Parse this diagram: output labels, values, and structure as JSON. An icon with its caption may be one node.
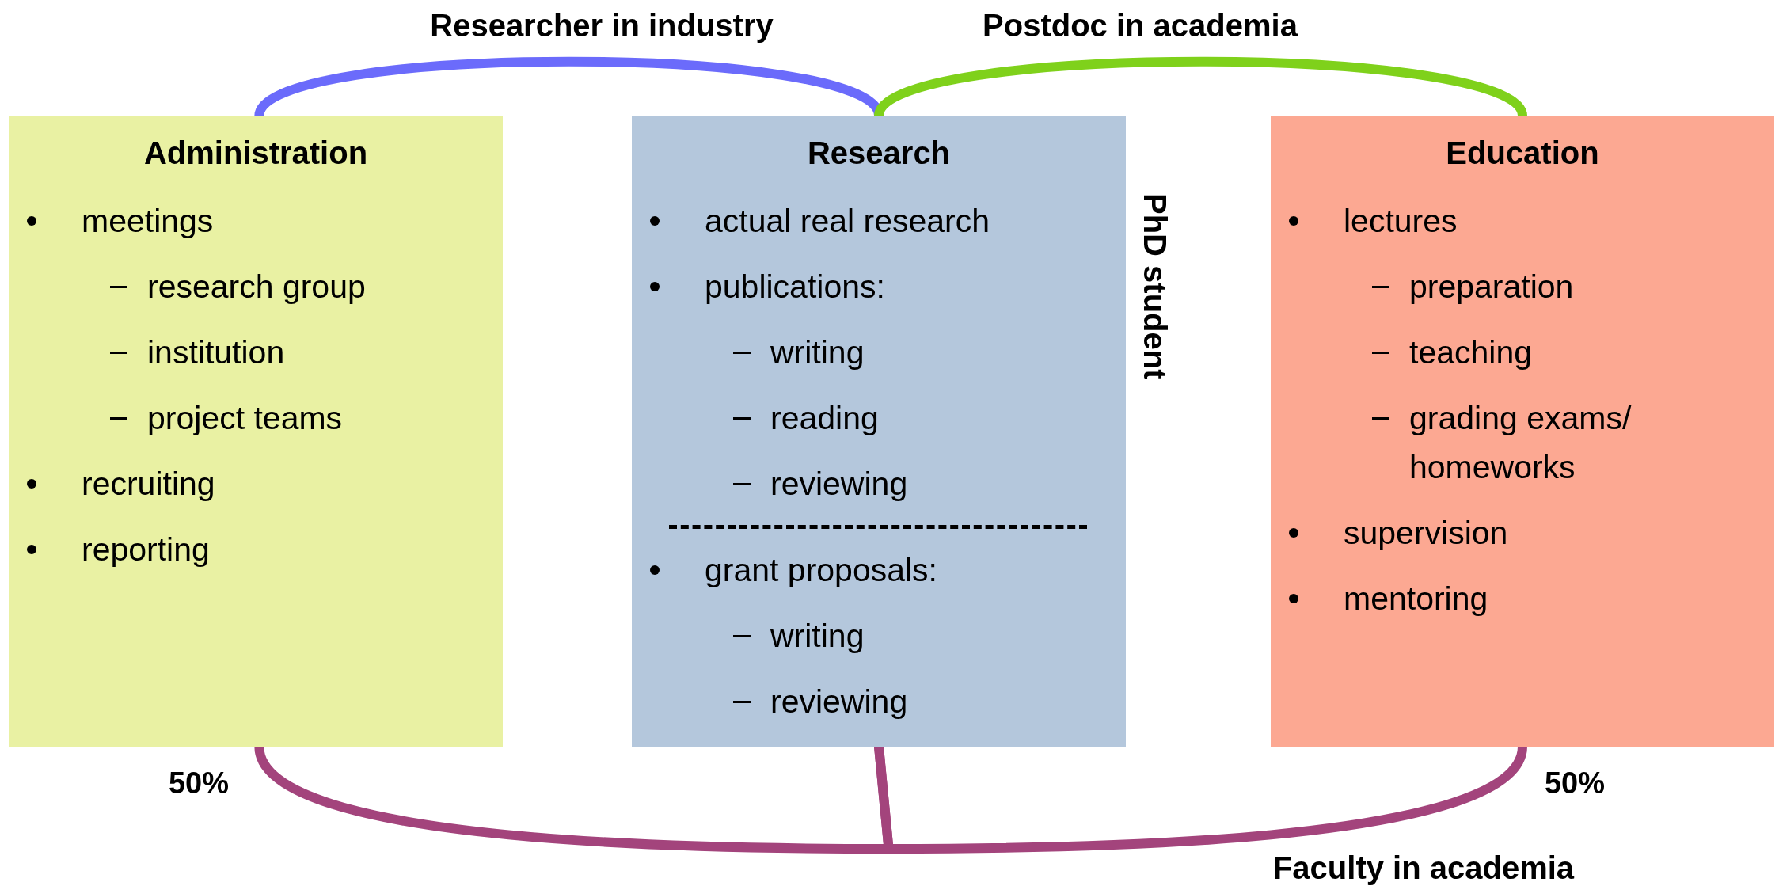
{
  "diagram": {
    "nodes": [
      {
        "text": [
          "Administration",
          "meetings",
          "research group",
          "institution",
          "project teams",
          "recruiting",
          "reporting"
        ]
      },
      {
        "text": [
          "Research",
          "actual real research",
          "publications:",
          "writing",
          "reading",
          "reviewing",
          "grant proposals:",
          "writing",
          "reviewing"
        ],
        "beside": [
          "PhD student"
        ]
      },
      {
        "text": [
          "Education",
          "lectures",
          "preparation",
          "teaching",
          "grading exams/ homeworks",
          "supervision",
          "mentoring"
        ]
      }
    ],
    "edges": [
      {
        "from": 0,
        "to": 1,
        "arrow": "none",
        "label": "Researcher in industry",
        "color": "#6b6bfb"
      },
      {
        "from": 1,
        "to": 2,
        "arrow": "none",
        "label": "Postdoc in academia",
        "color": "#7fd11b"
      },
      {
        "from": 0,
        "to": 1,
        "arrow": "none",
        "color": "#a3447c"
      },
      {
        "from": 2,
        "to": 1,
        "arrow": "none",
        "label": "Faculty in academia",
        "color": "#a3447c"
      }
    ],
    "labels": [
      "50%",
      "50%"
    ]
  }
}
